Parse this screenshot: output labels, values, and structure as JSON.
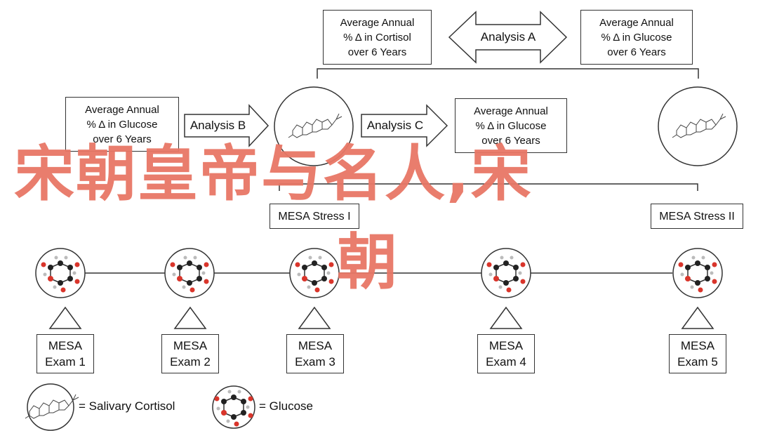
{
  "top_boxes": {
    "cortisol_avg": [
      "Average Annual",
      "% Δ in Cortisol",
      "over 6 Years"
    ],
    "glucose_avg_right": [
      "Average Annual",
      "% Δ in Glucose",
      "over 6 Years"
    ]
  },
  "mid_boxes": {
    "glucose_avg_left": [
      "Average Annual",
      "% Δ in Glucose",
      "over 6 Years"
    ],
    "glucose_avg_center": [
      "Average Annual",
      "% Δ in Glucose",
      "over 6 Years"
    ]
  },
  "arrows": {
    "analysis_a": "Analysis A",
    "analysis_b": "Analysis B",
    "analysis_c": "Analysis C"
  },
  "stress": {
    "stress_1": "MESA Stress I",
    "stress_2": "MESA Stress II"
  },
  "exams": [
    {
      "line1": "MESA",
      "line2": "Exam 1"
    },
    {
      "line1": "MESA",
      "line2": "Exam 2"
    },
    {
      "line1": "MESA",
      "line2": "Exam 3"
    },
    {
      "line1": "MESA",
      "line2": "Exam 4"
    },
    {
      "line1": "MESA",
      "line2": "Exam 5"
    }
  ],
  "legend": {
    "cortisol": "= Salivary Cortisol",
    "glucose": "= Glucose"
  },
  "watermark": {
    "line1": "宋朝皇帝与名人,宋",
    "line2": "朝"
  },
  "colors": {
    "watermark": "#e87766",
    "glucose_red": "#d9352b",
    "line": "#333333"
  }
}
